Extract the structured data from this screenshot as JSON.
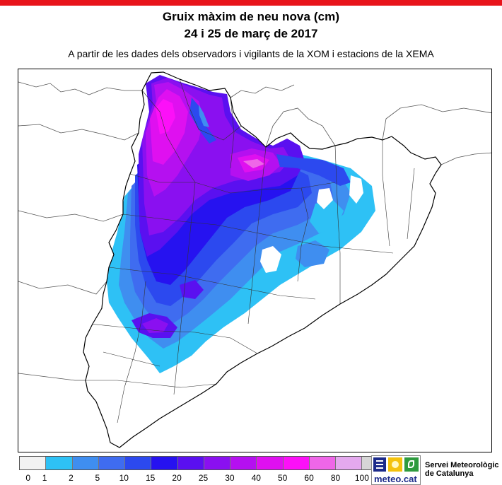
{
  "header": {
    "title_line1": "Gruix màxim de neu nova (cm)",
    "title_line2": "24 i 25 de març de 2017",
    "subtitle": "A partir de les dades dels observadors i vigilants de la XOM i estacions de la XEMA"
  },
  "map": {
    "region_outline_color": "#000000",
    "border_color": "#555555"
  },
  "legend": {
    "ticks": [
      "0",
      "1",
      "2",
      "5",
      "10",
      "15",
      "20",
      "25",
      "30",
      "40",
      "50",
      "60",
      "80",
      "100"
    ],
    "colors": [
      "#f2f2f2",
      "#2ec1f5",
      "#3f8ef0",
      "#3f6cf0",
      "#2c49ef",
      "#2612f0",
      "#5a10f0",
      "#8a10f0",
      "#b510f0",
      "#df10f0",
      "#fc10f8",
      "#ef66e8",
      "#e4a9ee",
      "#d6d6d6"
    ]
  },
  "branding": {
    "logo_text": "meteo.cat",
    "org_line1": "Servei Meteorològic",
    "org_line2": "de Catalunya",
    "colors": {
      "bars": "#1b2a8a",
      "sun": "#f4c20d",
      "leaf": "#2e9a3e"
    }
  }
}
